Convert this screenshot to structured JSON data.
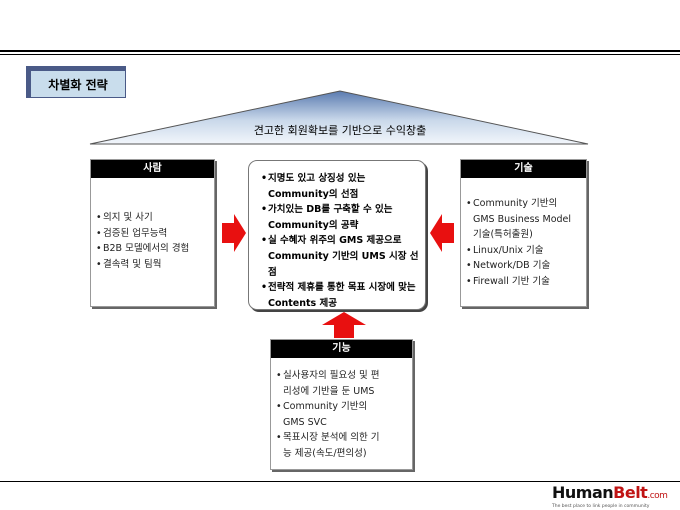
{
  "title": "차별화 전략",
  "roof_label": "견고한 회원확보를 기반으로 수익창출",
  "left_panel": {
    "header": "사람",
    "items": [
      "의지 및 사기",
      "검증된 업무능력",
      "B2B 모델에서의 경험",
      "결속력 및 팀웍"
    ]
  },
  "right_panel": {
    "header": "기술",
    "items": [
      "Community 기반의 GMS Business Model 기술(특허출원)",
      "Linux/Unix 기술",
      "Network/DB 기술",
      "Firewall 기반 기술"
    ]
  },
  "bottom_panel": {
    "header": "기능",
    "items": [
      "실사용자의 필요성 및 편리성에 기반을 둔 UMS",
      "Community 기반의 GMS SVC",
      "목표시장 분석에 의한 기능 제공(속도/편의성)"
    ]
  },
  "center_items": [
    "지명도 있고 상징성 있는 Community의 선점",
    "가치있는 DB를 구축할 수 있는 Community의 공략",
    "실 수혜자 위주의 GMS 제공으로 Community 기반의 UMS 시장 선점",
    "전략적 제휴를 통한 목표 시장에 맞는 Contents 제공"
  ],
  "logo": {
    "part1": "Human",
    "part2": "Belt",
    "part3": ".com",
    "tagline": "The best place to link people in community"
  },
  "colors": {
    "arrow_fill": "#e81010",
    "roof_fill_top": "#5a7bb0",
    "roof_fill_bottom": "#f2f6fb",
    "title_badge_bg": "#c9ddec",
    "title_badge_border": "#4a5a87",
    "logo_red": "#c01414"
  }
}
